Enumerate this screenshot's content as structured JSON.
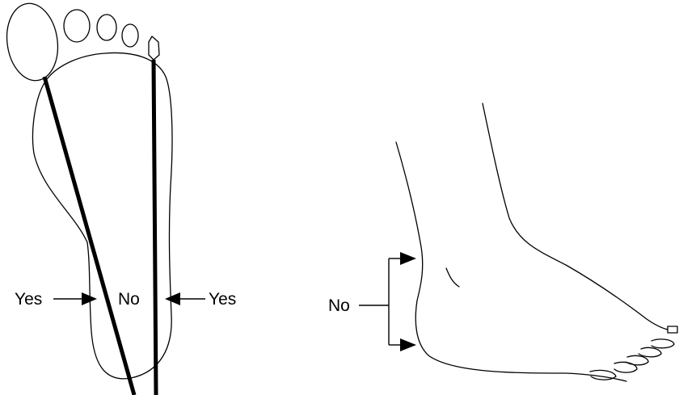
{
  "plantar_view": {
    "left_label": "Yes",
    "center_label": "No",
    "right_label": "Yes"
  },
  "side_view": {
    "heel_label": "No"
  }
}
